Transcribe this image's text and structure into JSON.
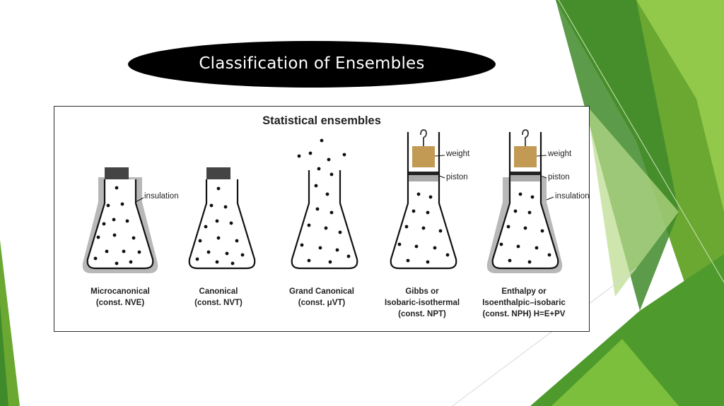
{
  "slide": {
    "title": "Classification of Ensembles",
    "colors": {
      "green_dark": "#3f8a2a",
      "green_mid": "#6aa832",
      "green_light": "#93c94a",
      "pill": "#000000"
    }
  },
  "figure": {
    "title": "Statistical ensembles",
    "colors": {
      "insulation": "#b8b8b8",
      "cap": "#444444",
      "weight": "#c29a54",
      "piston": "#a9a9a9"
    },
    "ensembles": [
      {
        "name": "Microcanonical",
        "constraint": "(const. NVE)",
        "caption_lines": [
          "Microcanonical",
          "(const. NVE)"
        ],
        "labels": [
          "insulation"
        ]
      },
      {
        "name": "Canonical",
        "constraint": "(const. NVT)",
        "caption_lines": [
          "Canonical",
          "(const. NVT)"
        ],
        "labels": []
      },
      {
        "name": "Grand Canonical",
        "constraint": "(const. μVT)",
        "caption_lines": [
          "Grand Canonical",
          "(const. μVT)"
        ],
        "labels": []
      },
      {
        "name": "Gibbs or Isobaric-isothermal",
        "constraint": "(const. NPT)",
        "caption_lines": [
          "Gibbs or",
          "Isobaric-isothermal",
          "(const. NPT)"
        ],
        "labels": [
          "weight",
          "piston"
        ]
      },
      {
        "name": "Enthalpy or Isoenthalpic–isobaric",
        "constraint": "(const. NPH) H=E+PV",
        "caption_lines": [
          "Enthalpy or",
          "Isoenthalpic–isobaric",
          "(const. NPH) H=E+PV"
        ],
        "labels": [
          "weight",
          "piston",
          "insulation"
        ]
      }
    ]
  }
}
